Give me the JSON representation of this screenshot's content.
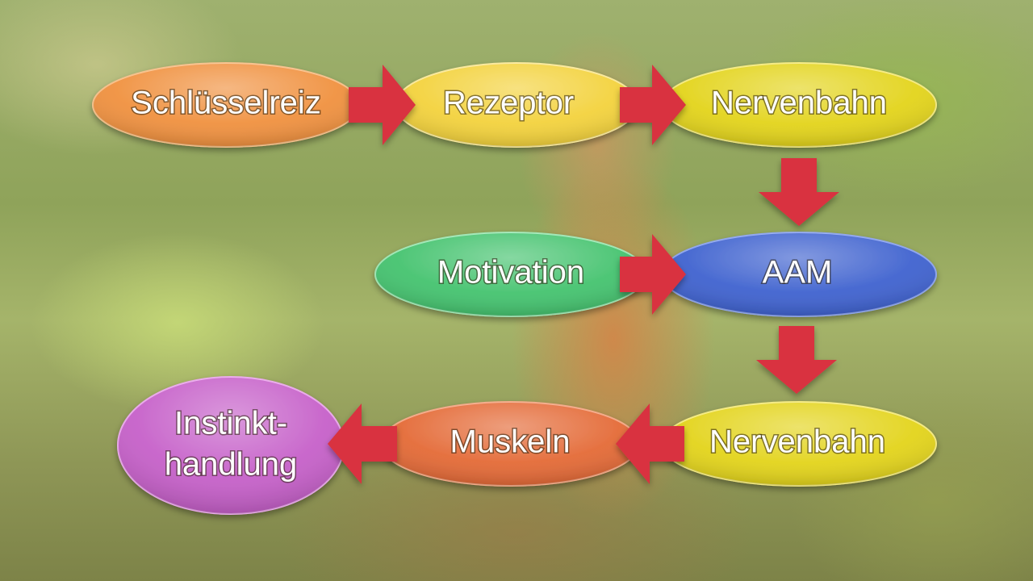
{
  "nodes": [
    {
      "id": "schluesselreiz",
      "label": "Schlüsselreiz",
      "color": "#f0913f"
    },
    {
      "id": "rezeptor",
      "label": "Rezeptor",
      "color": "#f3d23c"
    },
    {
      "id": "nervenbahn-1",
      "label": "Nervenbahn",
      "color": "#e3d41c"
    },
    {
      "id": "motivation",
      "label": "Motivation",
      "color": "#45c36f"
    },
    {
      "id": "aam",
      "label": "AAM",
      "color": "#3f62cf"
    },
    {
      "id": "nervenbahn-2",
      "label": "Nervenbahn",
      "color": "#e3d41c"
    },
    {
      "id": "muskeln",
      "label": "Muskeln",
      "color": "#e46a37"
    },
    {
      "id": "instinkthandlung",
      "label": "Instinkt-handlung",
      "label_line1": "Instinkt-",
      "label_line2": "handlung",
      "color": "#c660c9"
    }
  ],
  "edges": [
    {
      "from": "schluesselreiz",
      "to": "rezeptor"
    },
    {
      "from": "rezeptor",
      "to": "nervenbahn-1"
    },
    {
      "from": "nervenbahn-1",
      "to": "aam"
    },
    {
      "from": "motivation",
      "to": "aam"
    },
    {
      "from": "aam",
      "to": "nervenbahn-2"
    },
    {
      "from": "nervenbahn-2",
      "to": "muskeln"
    },
    {
      "from": "muskeln",
      "to": "instinkthandlung"
    }
  ],
  "colors": {
    "arrow": "#d9303f"
  }
}
